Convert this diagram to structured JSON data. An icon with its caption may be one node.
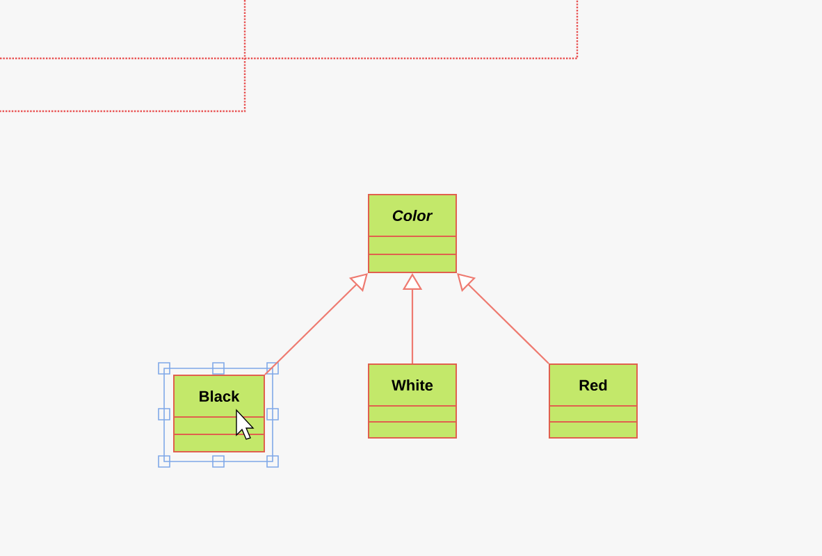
{
  "diagram": {
    "nodes": [
      {
        "text": [
          "*Color*"
        ]
      },
      {
        "text": [
          "Black"
        ]
      },
      {
        "text": [
          "White"
        ]
      },
      {
        "text": [
          "Red"
        ]
      }
    ],
    "edges": [
      {
        "from": 1,
        "to": 0,
        "arrow": "to"
      },
      {
        "from": 2,
        "to": 0,
        "arrow": "to"
      },
      {
        "from": 3,
        "to": 0,
        "arrow": "to"
      }
    ]
  }
}
